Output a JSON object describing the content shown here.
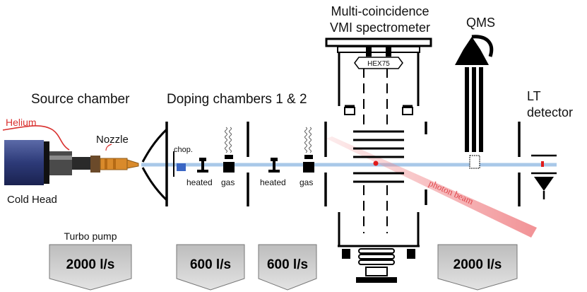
{
  "labels": {
    "source_chamber": "Source chamber",
    "helium": "Helium",
    "nozzle": "Nozzle",
    "cold_head": "Cold Head",
    "doping_chambers": "Doping chambers 1 & 2",
    "chopper": "chop.",
    "heated_1": "heated",
    "gas_1": "gas",
    "heated_2": "heated",
    "gas_2": "gas",
    "vmi_line1": "Multi-coincidence",
    "vmi_line2": "VMI spectrometer",
    "hex": "HEX75",
    "qms": "QMS",
    "lt_line1": "LT",
    "lt_line2": "detector",
    "photon_beam": "photon beam",
    "turbo_pump": "Turbo pump"
  },
  "pumps": [
    {
      "id": "pump-source",
      "label": "2000 l/s"
    },
    {
      "id": "pump-doping-1",
      "label": "600 l/s"
    },
    {
      "id": "pump-doping-2",
      "label": "600 l/s"
    },
    {
      "id": "pump-detector",
      "label": "2000 l/s"
    }
  ],
  "colors": {
    "helium_line": "#d9312f",
    "molecular_beam": "#a9c8e8",
    "photon_beam": "#f0868a",
    "cold_head": "#2d3a78",
    "nozzle": "#d98a2b",
    "chopper_block": "#3a66c4",
    "pump_fill": "#d2d2d2",
    "interaction_point": "#e01b1b"
  }
}
